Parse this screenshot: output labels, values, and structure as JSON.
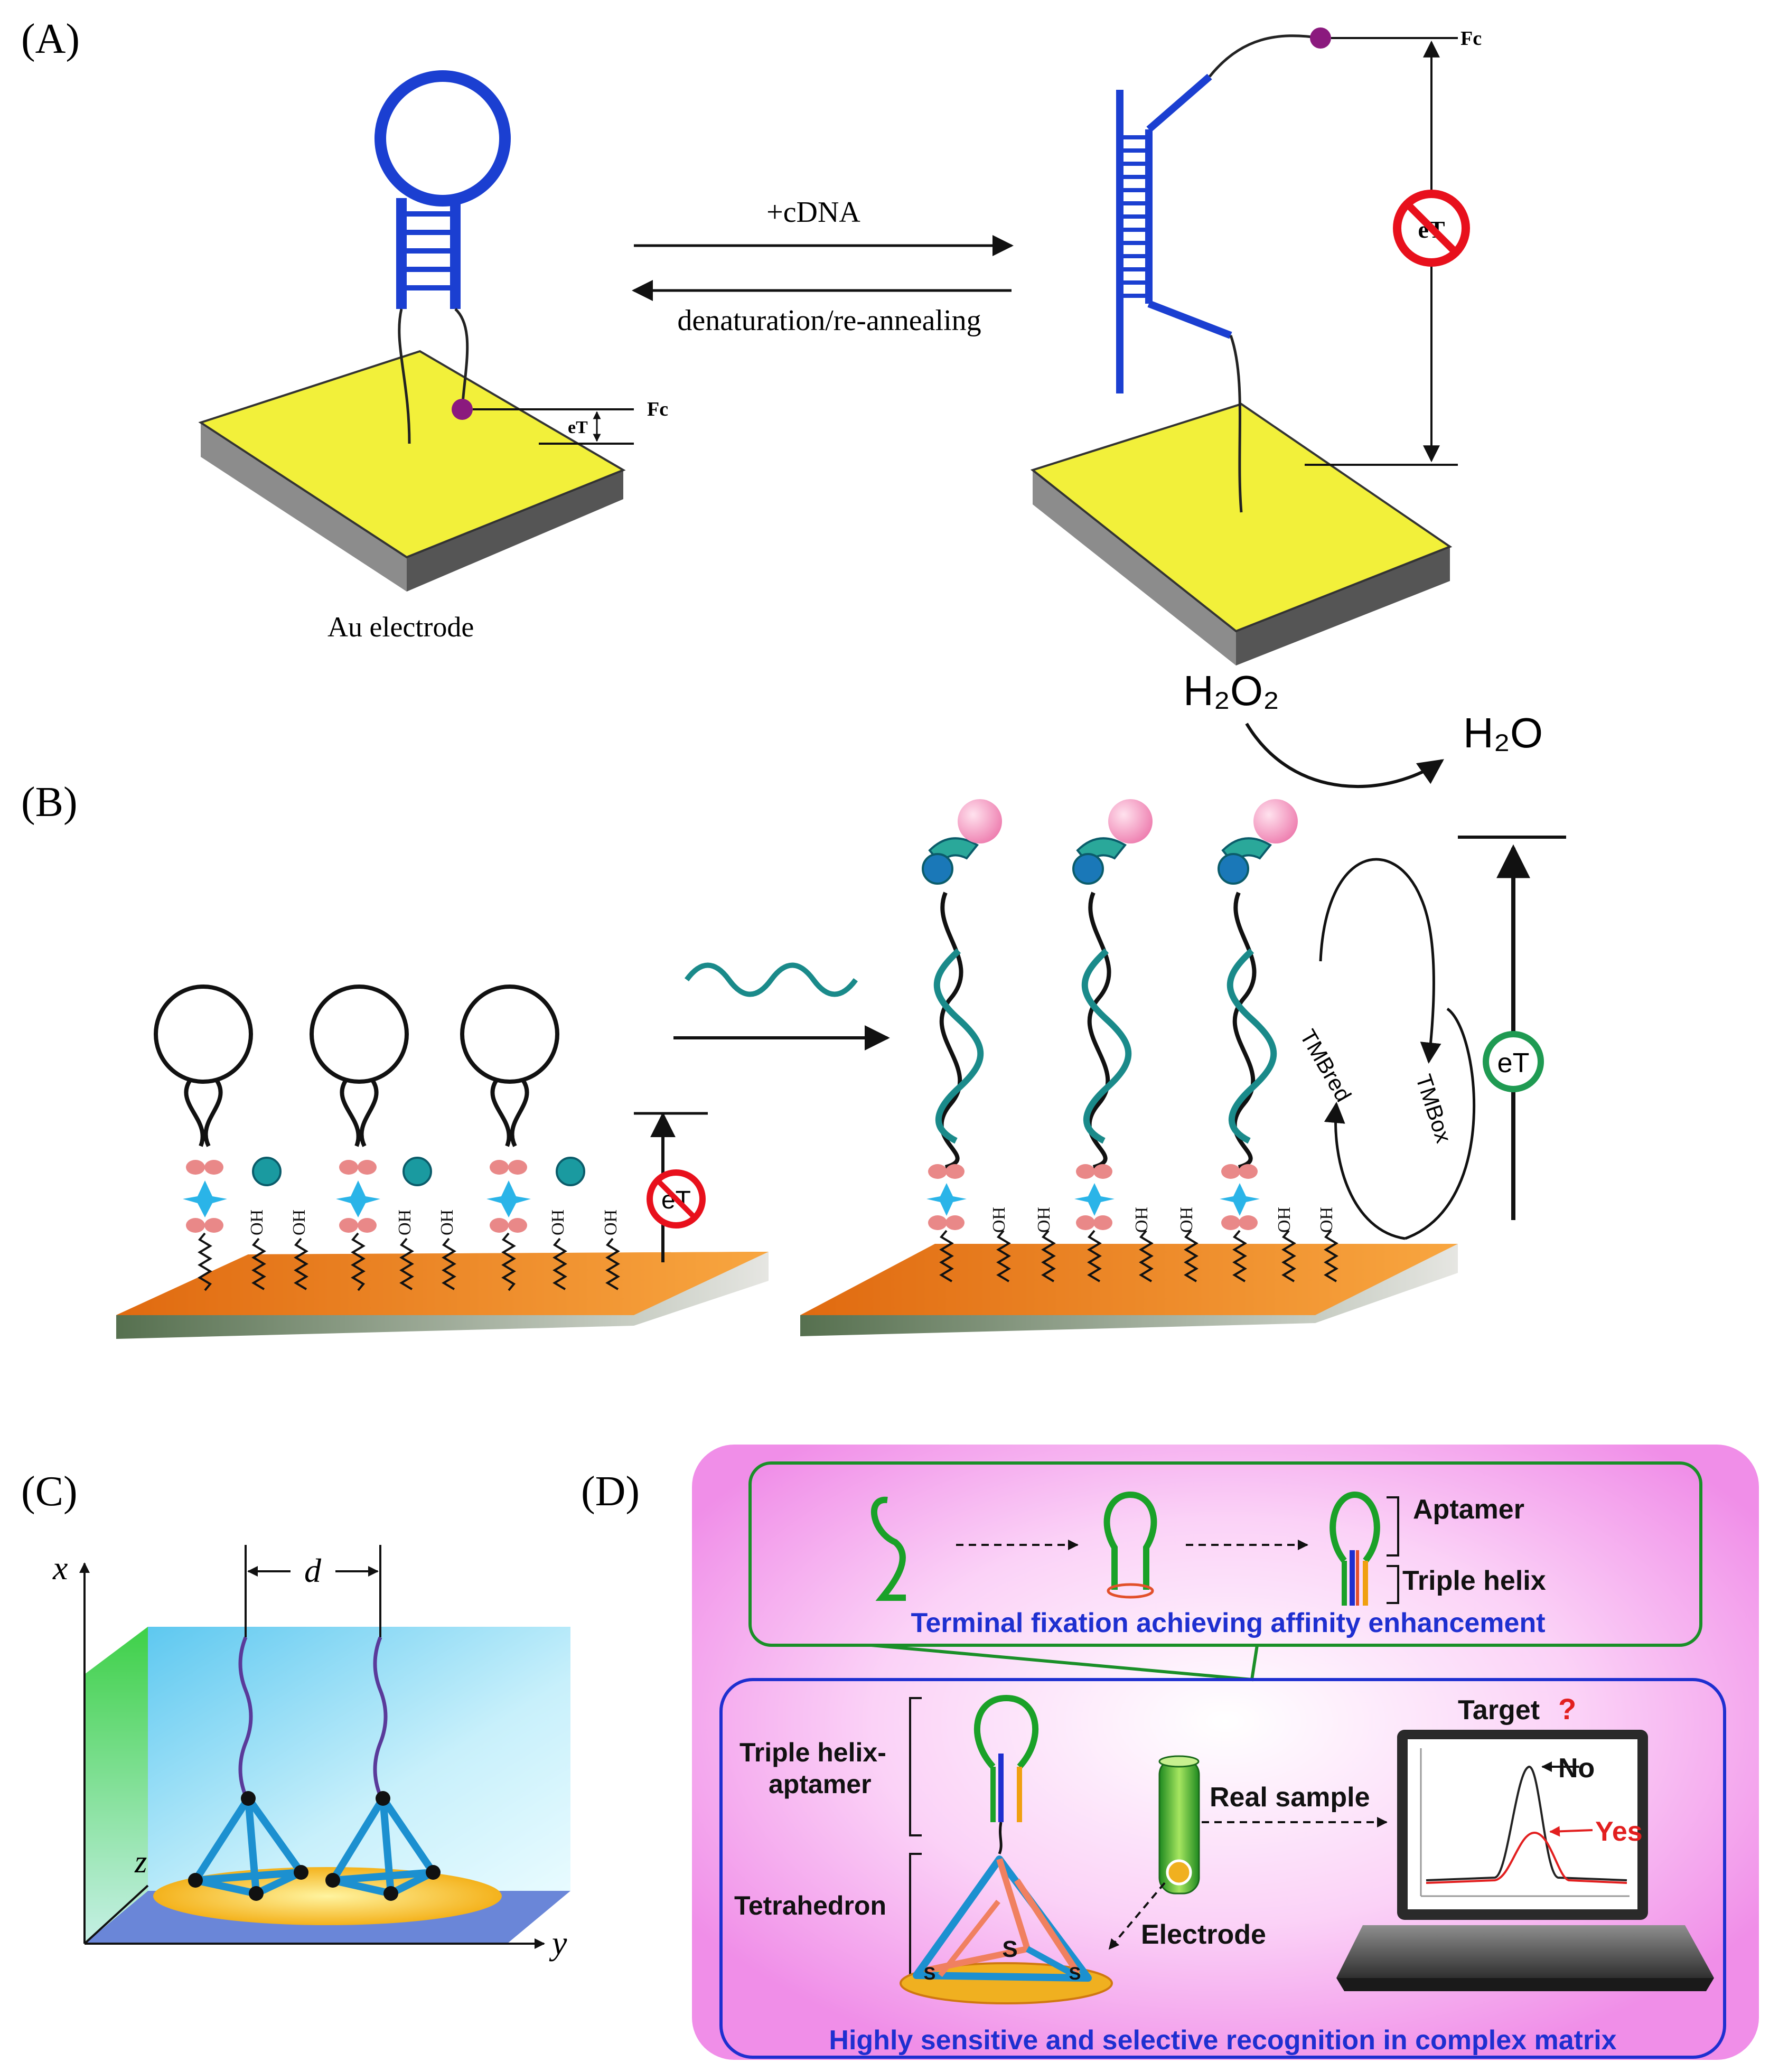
{
  "panelA": {
    "label": "(A)",
    "fc_left": "Fc",
    "et_left": "eT",
    "forward_label": "+cDNA",
    "reverse_label": "denaturation/re-annealing",
    "fc_right": "Fc",
    "et_blocked": "eT",
    "electrode_label": "Au electrode"
  },
  "panelB": {
    "label": "(B)",
    "h2o2": "H₂O₂",
    "h2o": "H₂O",
    "et_blocked": "eT",
    "et_open": "eT",
    "tmb_red": "TMBred",
    "tmb_ox": "TMBox",
    "sam_label": "HO"
  },
  "panelC": {
    "label": "(C)",
    "distance": "d",
    "axis_x": "x",
    "axis_y": "y",
    "axis_z": "z"
  },
  "panelD": {
    "label": "(D)",
    "aptamer": "Aptamer",
    "triple_helix": "Triple helix",
    "top_caption": "Terminal fixation achieving affinity enhancement",
    "target": "Target",
    "question": "?",
    "triple_helix_aptamer_1": "Triple helix-",
    "triple_helix_aptamer_2": "aptamer",
    "tetrahedron": "Tetrahedron",
    "real_sample": "Real sample",
    "electrode": "Electrode",
    "no": "No",
    "yes": "Yes",
    "sulfur": "S",
    "bottom_caption": "Highly sensitive and selective recognition in complex matrix"
  },
  "colors": {
    "hairpin_blue": "#1b3fd1",
    "gold_face": "#f2f03a",
    "electrode_side": "#8c8c8c",
    "fc_purple": "#8b1a7e",
    "no_et_red": "#e8101c",
    "orange_surface": "#f08a1e",
    "teal_strand": "#1a8a8a",
    "pink_bead": "#f6a6c8",
    "green_ring": "#1f9a52",
    "panelD_bg": "#f5a8f0",
    "panelD_green": "#1a8f28",
    "panelD_blue": "#1e2fd0",
    "yes_red": "#e21f1f"
  }
}
